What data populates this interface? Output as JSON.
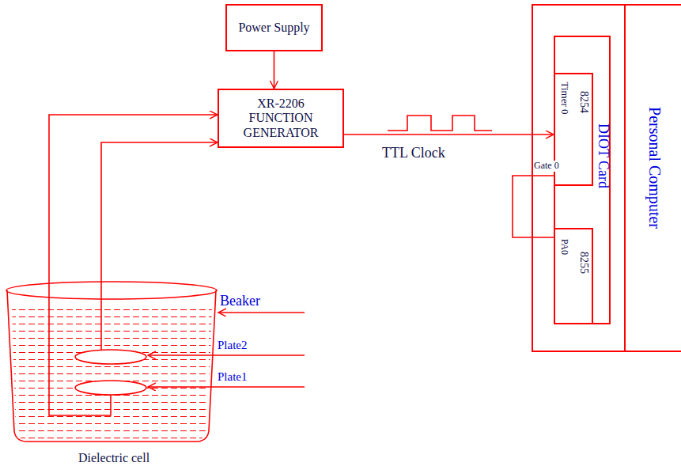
{
  "diagram": {
    "nodes": [
      {
        "text": [
          "Power Supply"
        ]
      },
      {
        "text": [
          "XR-2206 FUNCTION GENERATOR"
        ]
      },
      {
        "text": [
          "Personal Computer"
        ]
      },
      {
        "text": [
          "DIOT Card"
        ],
        "in": 2
      },
      {
        "text": [
          "8254",
          "Timer 0"
        ],
        "in": 3
      },
      {
        "text": [
          "PA0",
          "8255"
        ],
        "in": 3
      },
      {
        "text": [
          "Dielectric cell"
        ]
      }
    ],
    "edges": [
      {
        "from": 0,
        "to": 1,
        "arrow": "to"
      },
      {
        "from": 1,
        "to": 4,
        "label": "TTL Clock",
        "arrow": "to"
      },
      {
        "from": 6,
        "to": 1,
        "arrow": "to"
      },
      {
        "from": 6,
        "to": 1,
        "arrow": "to"
      },
      {
        "from": 4,
        "to": 5,
        "arrow": "none"
      }
    ],
    "labels": [
      "Beaker",
      "Plate2",
      "Plate1",
      "Gate 0"
    ]
  }
}
